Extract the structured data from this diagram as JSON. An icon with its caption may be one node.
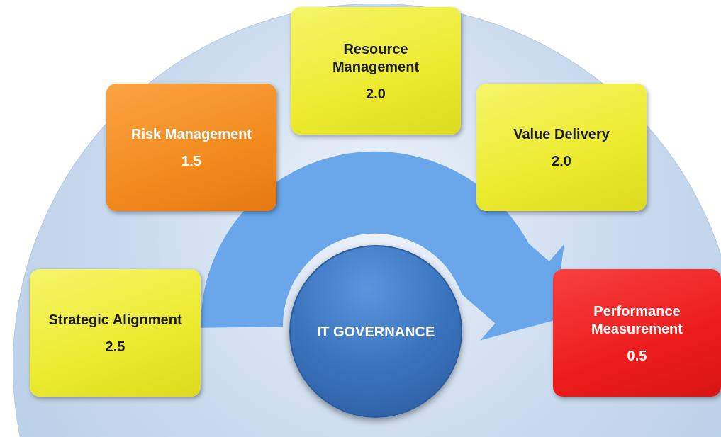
{
  "diagram": {
    "nodes": [
      {
        "text": [
          "Strategic Alignment",
          "2.5"
        ]
      },
      {
        "text": [
          "Risk Management",
          "1.5"
        ]
      },
      {
        "text": [
          "Resource Management",
          "2.0"
        ]
      },
      {
        "text": [
          "Value Delivery",
          "2.0"
        ]
      },
      {
        "text": [
          "Performance Measurement",
          "0.5"
        ]
      },
      {
        "text": [
          "IT GOVERNANCE"
        ]
      }
    ],
    "edges": [
      {
        "from": 0,
        "to": 4,
        "arrow": "to"
      }
    ]
  }
}
